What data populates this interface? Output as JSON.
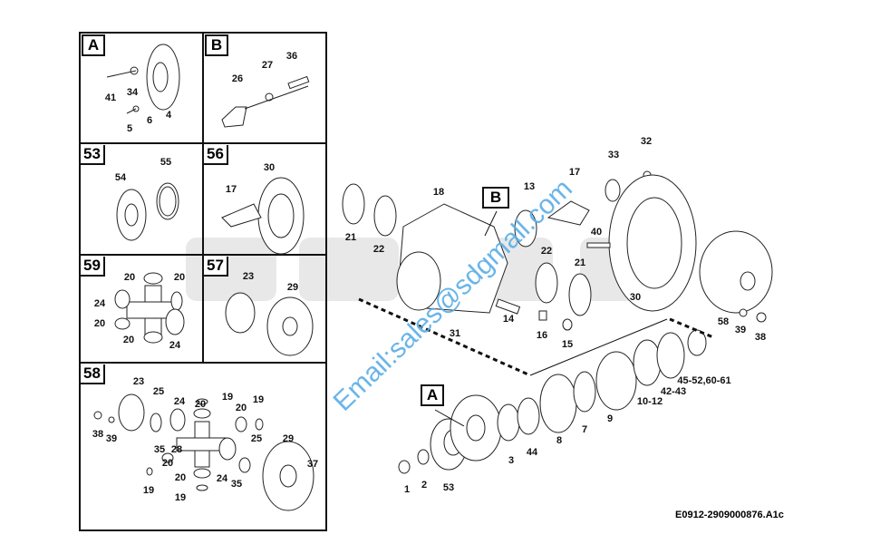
{
  "diagram": {
    "caption": "E0912-2909000876.A1c",
    "watermark": "Email:sales@sdgmall.com",
    "background_logo": "SDG",
    "colors": {
      "line": "#111111",
      "watermark": "#5aaee6",
      "logo": "#e6e6e6"
    }
  },
  "panels": {
    "A": {
      "title": "A",
      "callouts": [
        "41",
        "34",
        "5",
        "6",
        "4"
      ]
    },
    "B": {
      "title": "B",
      "callouts": [
        "26",
        "27",
        "36"
      ]
    },
    "p53": {
      "title": "53",
      "callouts": [
        "54",
        "55"
      ]
    },
    "p56": {
      "title": "56",
      "callouts": [
        "30",
        "17"
      ]
    },
    "p59": {
      "title": "59",
      "callouts": [
        "20",
        "20",
        "24",
        "20",
        "20",
        "24"
      ]
    },
    "p57": {
      "title": "57",
      "callouts": [
        "23",
        "29"
      ]
    },
    "p58": {
      "title": "58",
      "callouts": [
        "23",
        "25",
        "24",
        "19",
        "19",
        "20",
        "20",
        "38",
        "39",
        "35",
        "28",
        "25",
        "29",
        "20",
        "20",
        "24",
        "35",
        "19",
        "19",
        "37"
      ]
    }
  },
  "main": {
    "tag_b": "B",
    "tag_a": "A",
    "upper_callouts": [
      "18",
      "13",
      "17",
      "33",
      "32",
      "21",
      "22",
      "40",
      "22",
      "21",
      "30",
      "58",
      "39",
      "38",
      "31",
      "14",
      "16",
      "15"
    ],
    "lower_callouts": [
      "45-52,60-61",
      "42-43",
      "10-12",
      "9",
      "7",
      "8",
      "44",
      "3",
      "1",
      "2",
      "53"
    ]
  }
}
